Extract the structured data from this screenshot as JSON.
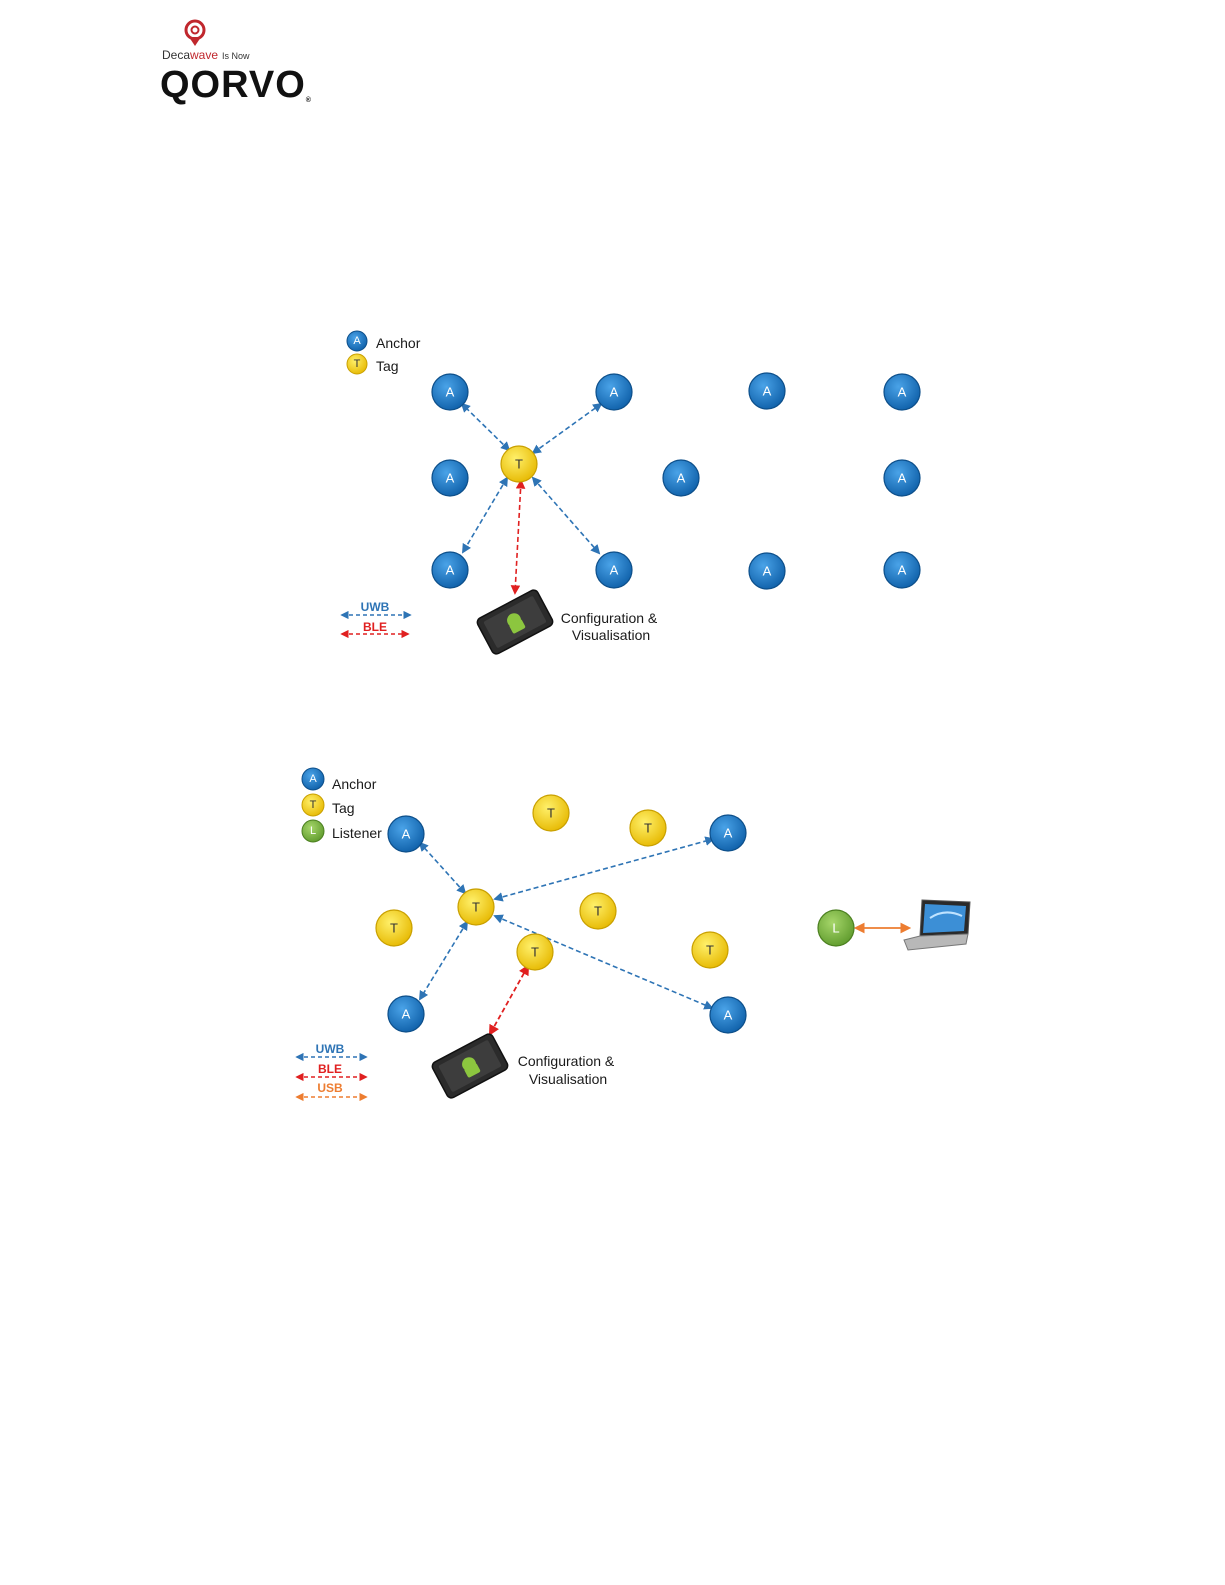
{
  "logo": {
    "prefix": "Deca",
    "accent": "wave",
    "suffix": "Is Now",
    "wordmark": "QORVO",
    "mark": "®"
  },
  "colors": {
    "anchor": "#1f7cc6",
    "tag": "#f7d417",
    "listener": "#7fb241",
    "uwb": "#2e74b5",
    "ble": "#e02020",
    "usb": "#ed7d31"
  },
  "diagram1": {
    "legend": [
      {
        "type": "anchor",
        "letter": "A",
        "text": "Anchor"
      },
      {
        "type": "tag",
        "letter": "T",
        "text": "Tag"
      }
    ],
    "links_legend": [
      {
        "type": "uwb",
        "text": "UWB"
      },
      {
        "type": "ble",
        "text": "BLE"
      }
    ],
    "caption": [
      "Configuration &",
      "Visualisation"
    ],
    "device_icon": "android-tablet-icon"
  },
  "diagram2": {
    "legend": [
      {
        "type": "anchor",
        "letter": "A",
        "text": "Anchor"
      },
      {
        "type": "tag",
        "letter": "T",
        "text": "Tag"
      },
      {
        "type": "listener",
        "letter": "L",
        "text": "Listener"
      }
    ],
    "links_legend": [
      {
        "type": "uwb",
        "text": "UWB"
      },
      {
        "type": "ble",
        "text": "BLE"
      },
      {
        "type": "usb",
        "text": "USB"
      }
    ],
    "caption": [
      "Configuration &",
      "Visualisation"
    ],
    "device_icon": "android-tablet-icon",
    "computer_icon": "laptop-icon"
  }
}
